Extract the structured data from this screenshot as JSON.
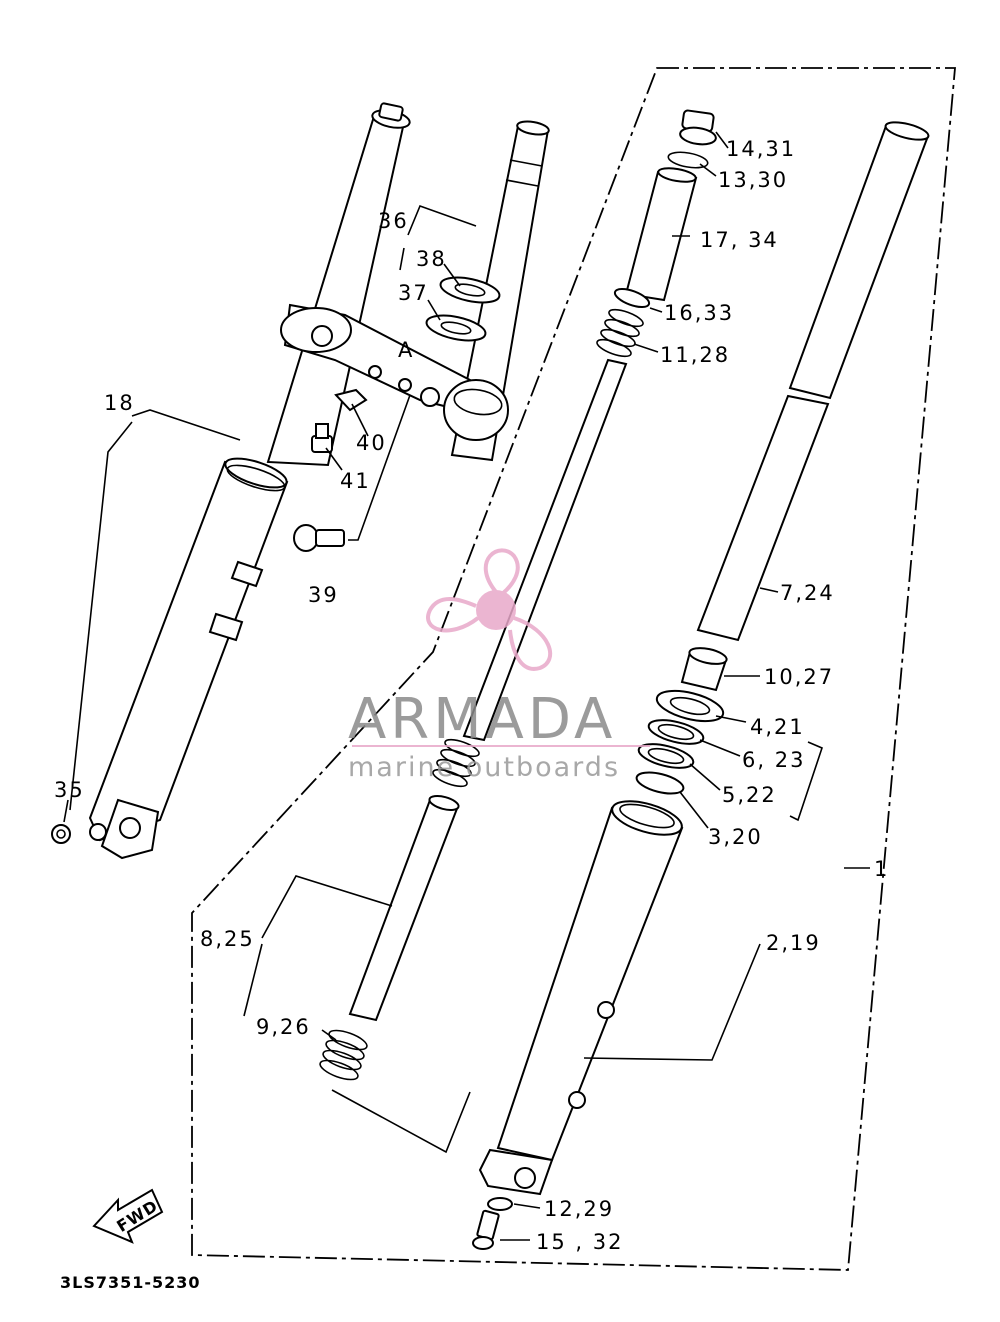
{
  "diagram": {
    "part_code": "3LS7351-5230",
    "fwd_label": "FWD",
    "top_bracket_marker": "A",
    "labels": {
      "l1": "1",
      "l2_19": "2,19",
      "l3_20": "3,20",
      "l4_21": "4,21",
      "l5_22": "5,22",
      "l6_23": "6, 23",
      "l7_24": "7,24",
      "l8_25": "8,25",
      "l9_26": "9,26",
      "l10_27": "10,27",
      "l11_28": "11,28",
      "l12_29": "12,29",
      "l13_30": "13,30",
      "l14_31": "14,31",
      "l15_32": "15 , 32",
      "l16_33": "16,33",
      "l17_34": "17, 34",
      "l18": "18",
      "l35": "35",
      "l36": "36",
      "l37": "37",
      "l38": "38",
      "l39": "39",
      "l40": "40",
      "l41": "41"
    }
  },
  "watermark": {
    "brand": "ARMADA",
    "tagline": "marine outboards",
    "logo_color": "#e8a9c9",
    "text_color": "#8a8a8a"
  }
}
